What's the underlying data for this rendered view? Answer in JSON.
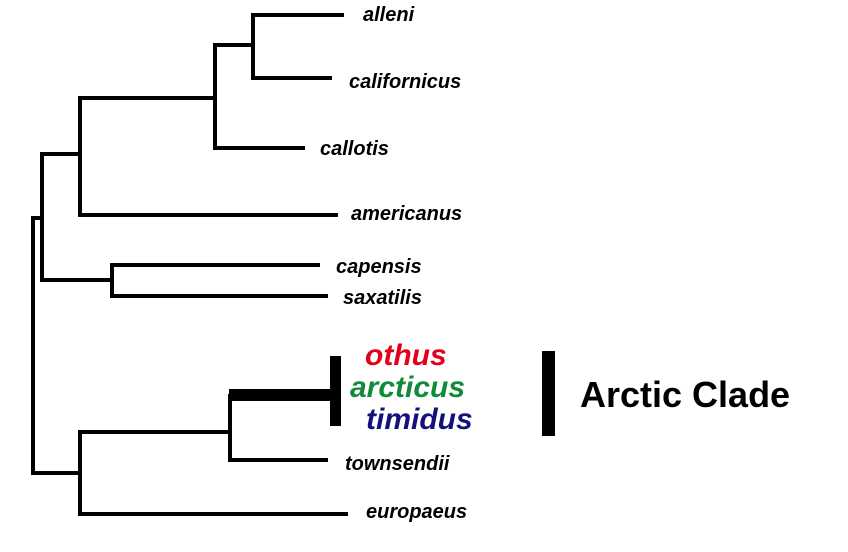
{
  "taxa": {
    "alleni": "alleni",
    "californicus": "californicus",
    "callotis": "callotis",
    "americanus": "americanus",
    "capensis": "capensis",
    "saxatilis": "saxatilis",
    "othus": "othus",
    "arcticus": "arcticus",
    "timidus": "timidus",
    "townsendii": "townsendii",
    "europaeus": "europaeus"
  },
  "clade_label": "Arctic Clade",
  "colors": {
    "othus": "#e3001b",
    "arcticus": "#128a3b",
    "timidus": "#13127a",
    "default": "#000000"
  }
}
